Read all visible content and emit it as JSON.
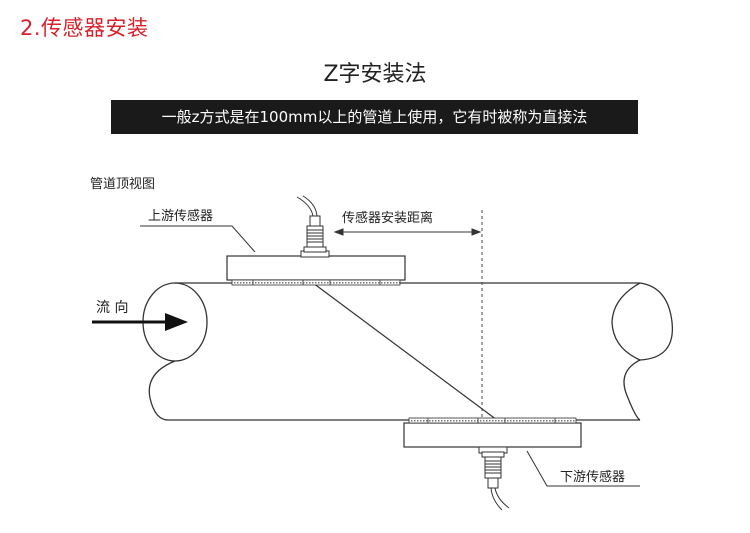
{
  "section_title": "2.传感器安装",
  "method_title": "Z字安装法",
  "banner_text": "一般z方式是在100mm以上的管道上使用，它有时被称为直接法",
  "diagram": {
    "view_label": "管道顶视图",
    "upstream_label": "上游传感器",
    "downstream_label": "下游传感器",
    "distance_label": "传感器安装距离",
    "flow_label": "流 向"
  },
  "colors": {
    "title_red": "#d7202a",
    "banner_bg": "#1a1a1a",
    "line": "#333333"
  }
}
